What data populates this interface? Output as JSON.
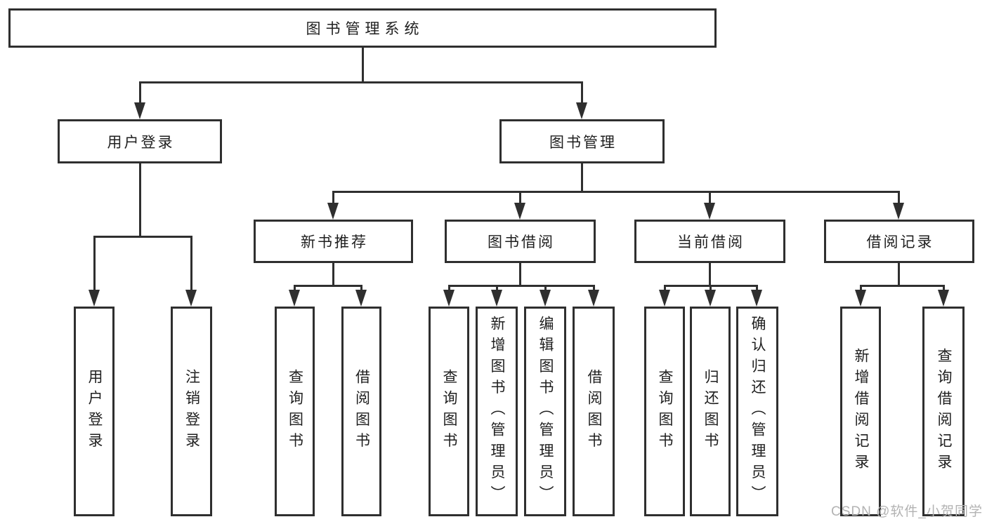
{
  "root": {
    "label": "图书管理系统"
  },
  "branches": {
    "user_login": {
      "label": "用户登录",
      "children": [
        {
          "label": "用户登录"
        },
        {
          "label": "注销登录"
        }
      ]
    },
    "book_management": {
      "label": "图书管理",
      "sections": {
        "new_book_recommend": {
          "label": "新书推荐",
          "children": [
            {
              "label": "查询图书"
            },
            {
              "label": "借阅图书"
            }
          ]
        },
        "book_borrowing": {
          "label": "图书借阅",
          "children": [
            {
              "label": "查询图书"
            },
            {
              "label": "新增图书（管理员）"
            },
            {
              "label": "编辑图书（管理员）"
            },
            {
              "label": "借阅图书"
            }
          ]
        },
        "current_borrowing": {
          "label": "当前借阅",
          "children": [
            {
              "label": "查询图书"
            },
            {
              "label": "归还图书"
            },
            {
              "label": "确认归还（管理员）"
            }
          ]
        },
        "borrowing_records": {
          "label": "借阅记录",
          "children": [
            {
              "label": "新增借阅记录"
            },
            {
              "label": "查询借阅记录"
            }
          ]
        }
      }
    }
  },
  "watermark": {
    "text": "CSDN @软件_小贺同学"
  },
  "colors": {
    "line": "#2f2f2f",
    "text": "#1f1f1f",
    "watermark": "#b3b3b3",
    "background": "#ffffff"
  }
}
